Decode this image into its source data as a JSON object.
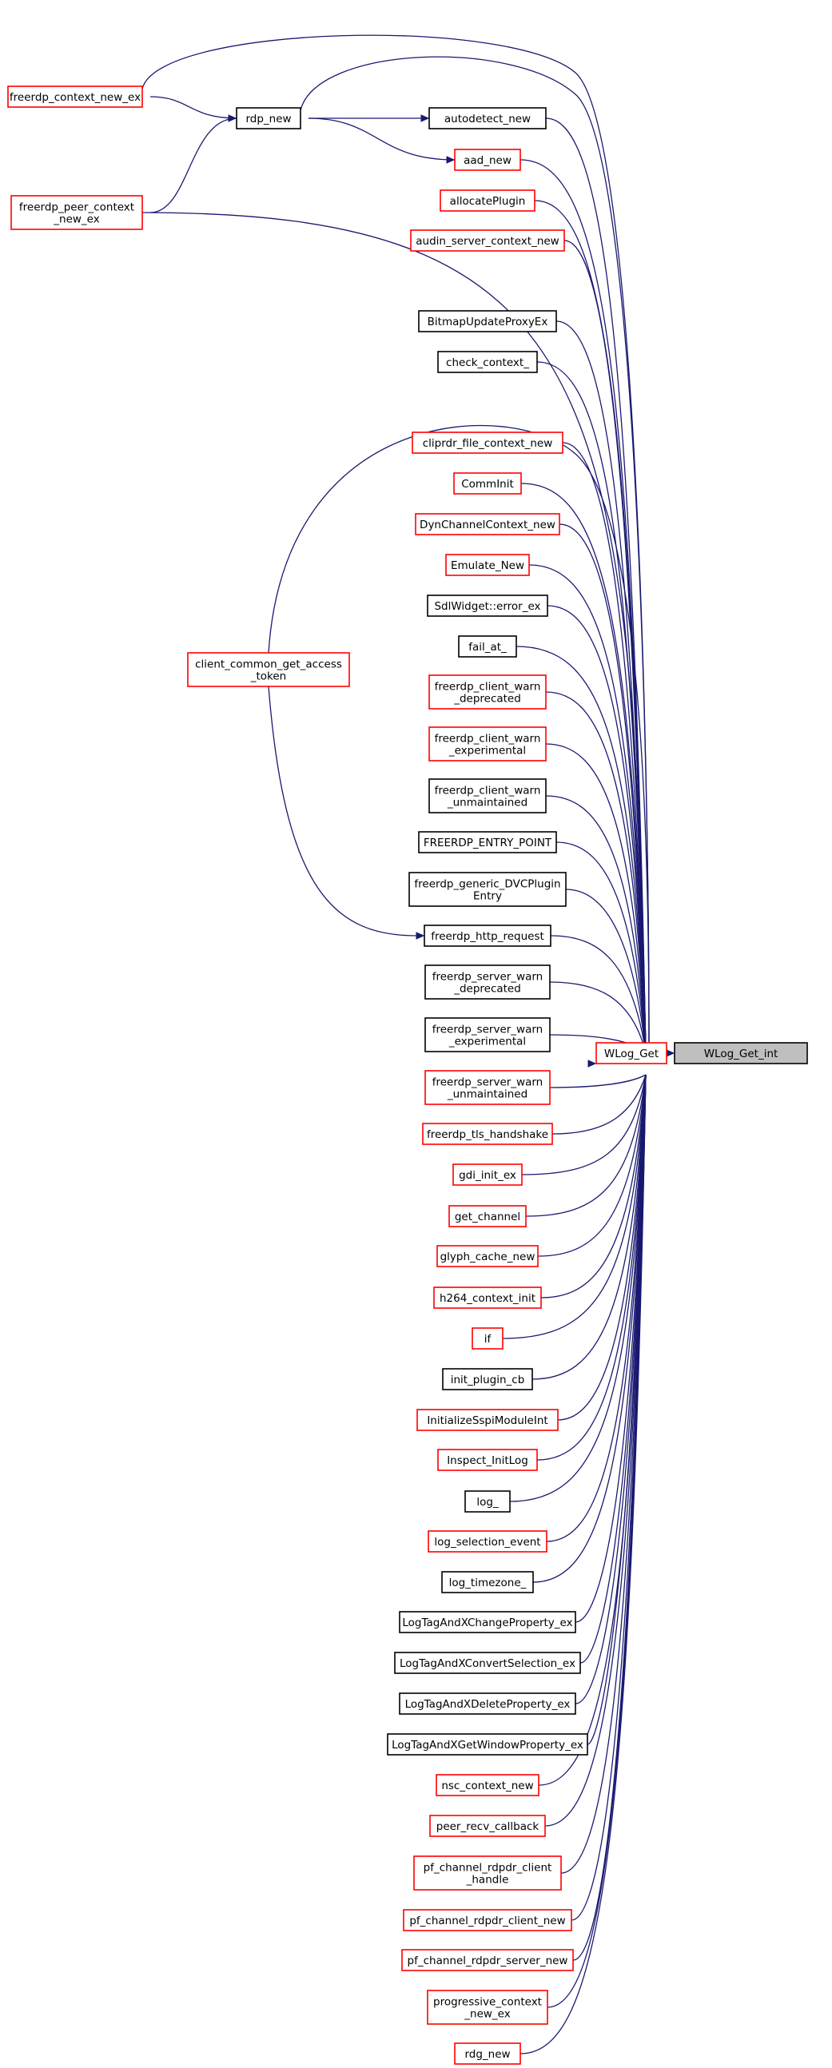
{
  "graph": {
    "target": "WLog_Get_int",
    "hub": "WLog_Get",
    "nodes": [
      {
        "id": "wlog_get_int",
        "lines": [
          "WLog_Get_int"
        ],
        "style": "target"
      },
      {
        "id": "wlog_get",
        "lines": [
          "WLog_Get"
        ],
        "style": "red"
      },
      {
        "id": "freerdp_context_new_ex",
        "lines": [
          "freerdp_context_new_ex"
        ],
        "style": "red"
      },
      {
        "id": "freerdp_peer_context_new_ex",
        "lines": [
          "freerdp_peer_context",
          "_new_ex"
        ],
        "style": "red"
      },
      {
        "id": "rdp_new",
        "lines": [
          "rdp_new"
        ],
        "style": "black"
      },
      {
        "id": "autodetect_new",
        "lines": [
          "autodetect_new"
        ],
        "style": "black"
      },
      {
        "id": "aad_new",
        "lines": [
          "aad_new"
        ],
        "style": "red"
      },
      {
        "id": "allocateplugin",
        "lines": [
          "allocatePlugin"
        ],
        "style": "red"
      },
      {
        "id": "audin_server_context_new",
        "lines": [
          "audin_server_context_new"
        ],
        "style": "red"
      },
      {
        "id": "bitmapupdateproxyex",
        "lines": [
          "BitmapUpdateProxyEx"
        ],
        "style": "black"
      },
      {
        "id": "check_context_",
        "lines": [
          "check_context_"
        ],
        "style": "black"
      },
      {
        "id": "cliprdr_file_context_new",
        "lines": [
          "cliprdr_file_context_new"
        ],
        "style": "red"
      },
      {
        "id": "comminit",
        "lines": [
          "CommInit"
        ],
        "style": "red"
      },
      {
        "id": "dynchannelcontext_new",
        "lines": [
          "DynChannelContext_new"
        ],
        "style": "red"
      },
      {
        "id": "emulate_new",
        "lines": [
          "Emulate_New"
        ],
        "style": "red"
      },
      {
        "id": "sdlwidget_error_ex",
        "lines": [
          "SdlWidget::error_ex"
        ],
        "style": "black"
      },
      {
        "id": "fail_at_",
        "lines": [
          "fail_at_"
        ],
        "style": "black"
      },
      {
        "id": "client_common_get_access_token",
        "lines": [
          "client_common_get_access",
          "_token"
        ],
        "style": "red"
      },
      {
        "id": "freerdp_client_warn_deprecated",
        "lines": [
          "freerdp_client_warn",
          "_deprecated"
        ],
        "style": "red"
      },
      {
        "id": "freerdp_client_warn_experimental",
        "lines": [
          "freerdp_client_warn",
          "_experimental"
        ],
        "style": "red"
      },
      {
        "id": "freerdp_client_warn_unmaintained",
        "lines": [
          "freerdp_client_warn",
          "_unmaintained"
        ],
        "style": "black"
      },
      {
        "id": "freerdp_entry_point",
        "lines": [
          "FREERDP_ENTRY_POINT"
        ],
        "style": "black"
      },
      {
        "id": "freerdp_generic_dvcplugin_entry",
        "lines": [
          "freerdp_generic_DVCPlugin",
          "Entry"
        ],
        "style": "black"
      },
      {
        "id": "freerdp_http_request",
        "lines": [
          "freerdp_http_request"
        ],
        "style": "black"
      },
      {
        "id": "freerdp_server_warn_deprecated",
        "lines": [
          "freerdp_server_warn",
          "_deprecated"
        ],
        "style": "black"
      },
      {
        "id": "freerdp_server_warn_experimental",
        "lines": [
          "freerdp_server_warn",
          "_experimental"
        ],
        "style": "black"
      },
      {
        "id": "freerdp_server_warn_unmaintained",
        "lines": [
          "freerdp_server_warn",
          "_unmaintained"
        ],
        "style": "red"
      },
      {
        "id": "freerdp_tls_handshake",
        "lines": [
          "freerdp_tls_handshake"
        ],
        "style": "red"
      },
      {
        "id": "gdi_init_ex",
        "lines": [
          "gdi_init_ex"
        ],
        "style": "red"
      },
      {
        "id": "get_channel",
        "lines": [
          "get_channel"
        ],
        "style": "red"
      },
      {
        "id": "glyph_cache_new",
        "lines": [
          "glyph_cache_new"
        ],
        "style": "red"
      },
      {
        "id": "h264_context_init",
        "lines": [
          "h264_context_init"
        ],
        "style": "red"
      },
      {
        "id": "if",
        "lines": [
          "if"
        ],
        "style": "red"
      },
      {
        "id": "init_plugin_cb",
        "lines": [
          "init_plugin_cb"
        ],
        "style": "black"
      },
      {
        "id": "initializesspimoduleint",
        "lines": [
          "InitializeSspiModuleInt"
        ],
        "style": "red"
      },
      {
        "id": "inspect_initlog",
        "lines": [
          "Inspect_InitLog"
        ],
        "style": "red"
      },
      {
        "id": "log_",
        "lines": [
          "log_"
        ],
        "style": "black"
      },
      {
        "id": "log_selection_event",
        "lines": [
          "log_selection_event"
        ],
        "style": "red"
      },
      {
        "id": "log_timezone_",
        "lines": [
          "log_timezone_"
        ],
        "style": "black"
      },
      {
        "id": "logtagandxchangeproperty_ex",
        "lines": [
          "LogTagAndXChangeProperty_ex"
        ],
        "style": "black"
      },
      {
        "id": "logtagandxconvertselection_ex",
        "lines": [
          "LogTagAndXConvertSelection_ex"
        ],
        "style": "black"
      },
      {
        "id": "logtagandxdeleteproperty_ex",
        "lines": [
          "LogTagAndXDeleteProperty_ex"
        ],
        "style": "black"
      },
      {
        "id": "logtagandxgetwindowproperty_ex",
        "lines": [
          "LogTagAndXGetWindowProperty_ex"
        ],
        "style": "black"
      },
      {
        "id": "nsc_context_new",
        "lines": [
          "nsc_context_new"
        ],
        "style": "red"
      },
      {
        "id": "peer_recv_callback",
        "lines": [
          "peer_recv_callback"
        ],
        "style": "red"
      },
      {
        "id": "pf_channel_rdpdr_client_handle",
        "lines": [
          "pf_channel_rdpdr_client",
          "_handle"
        ],
        "style": "red"
      },
      {
        "id": "pf_channel_rdpdr_client_new",
        "lines": [
          "pf_channel_rdpdr_client_new"
        ],
        "style": "red"
      },
      {
        "id": "pf_channel_rdpdr_server_new",
        "lines": [
          "pf_channel_rdpdr_server_new"
        ],
        "style": "red"
      },
      {
        "id": "progressive_context_new_ex",
        "lines": [
          "progressive_context",
          "_new_ex"
        ],
        "style": "red"
      },
      {
        "id": "rdg_new",
        "lines": [
          "rdg_new"
        ],
        "style": "red"
      }
    ],
    "edges": [
      {
        "from": "wlog_get",
        "to": "wlog_get_int"
      },
      {
        "from": "freerdp_context_new_ex",
        "to": "wlog_get"
      },
      {
        "from": "freerdp_context_new_ex",
        "to": "rdp_new",
        "dir": "back"
      },
      {
        "from": "freerdp_peer_context_new_ex",
        "to": "rdp_new",
        "dir": "back"
      },
      {
        "from": "freerdp_peer_context_new_ex",
        "to": "wlog_get"
      },
      {
        "from": "rdp_new",
        "to": "wlog_get"
      },
      {
        "from": "rdp_new",
        "to": "autodetect_new",
        "dir": "back"
      },
      {
        "from": "rdp_new",
        "to": "aad_new",
        "dir": "back"
      },
      {
        "from": "autodetect_new",
        "to": "wlog_get"
      },
      {
        "from": "aad_new",
        "to": "wlog_get"
      },
      {
        "from": "allocateplugin",
        "to": "wlog_get"
      },
      {
        "from": "audin_server_context_new",
        "to": "wlog_get"
      },
      {
        "from": "bitmapupdateproxyex",
        "to": "wlog_get"
      },
      {
        "from": "check_context_",
        "to": "wlog_get"
      },
      {
        "from": "client_common_get_access_token",
        "to": "wlog_get"
      },
      {
        "from": "client_common_get_access_token",
        "to": "freerdp_http_request",
        "dir": "back"
      },
      {
        "from": "cliprdr_file_context_new",
        "to": "wlog_get"
      },
      {
        "from": "comminit",
        "to": "wlog_get"
      },
      {
        "from": "dynchannelcontext_new",
        "to": "wlog_get"
      },
      {
        "from": "emulate_new",
        "to": "wlog_get"
      },
      {
        "from": "sdlwidget_error_ex",
        "to": "wlog_get"
      },
      {
        "from": "fail_at_",
        "to": "wlog_get"
      },
      {
        "from": "freerdp_client_warn_deprecated",
        "to": "wlog_get"
      },
      {
        "from": "freerdp_client_warn_experimental",
        "to": "wlog_get"
      },
      {
        "from": "freerdp_client_warn_unmaintained",
        "to": "wlog_get"
      },
      {
        "from": "freerdp_entry_point",
        "to": "wlog_get"
      },
      {
        "from": "freerdp_generic_dvcplugin_entry",
        "to": "wlog_get"
      },
      {
        "from": "freerdp_http_request",
        "to": "wlog_get"
      },
      {
        "from": "freerdp_server_warn_deprecated",
        "to": "wlog_get"
      },
      {
        "from": "freerdp_server_warn_experimental",
        "to": "wlog_get"
      },
      {
        "from": "freerdp_server_warn_unmaintained",
        "to": "wlog_get"
      },
      {
        "from": "freerdp_tls_handshake",
        "to": "wlog_get"
      },
      {
        "from": "gdi_init_ex",
        "to": "wlog_get"
      },
      {
        "from": "get_channel",
        "to": "wlog_get"
      },
      {
        "from": "glyph_cache_new",
        "to": "wlog_get"
      },
      {
        "from": "h264_context_init",
        "to": "wlog_get"
      },
      {
        "from": "if",
        "to": "wlog_get"
      },
      {
        "from": "init_plugin_cb",
        "to": "wlog_get"
      },
      {
        "from": "initializesspimoduleint",
        "to": "wlog_get"
      },
      {
        "from": "inspect_initlog",
        "to": "wlog_get"
      },
      {
        "from": "log_",
        "to": "wlog_get"
      },
      {
        "from": "log_selection_event",
        "to": "wlog_get"
      },
      {
        "from": "log_timezone_",
        "to": "wlog_get"
      },
      {
        "from": "logtagandxchangeproperty_ex",
        "to": "wlog_get"
      },
      {
        "from": "logtagandxconvertselection_ex",
        "to": "wlog_get"
      },
      {
        "from": "logtagandxdeleteproperty_ex",
        "to": "wlog_get"
      },
      {
        "from": "logtagandxgetwindowproperty_ex",
        "to": "wlog_get"
      },
      {
        "from": "nsc_context_new",
        "to": "wlog_get"
      },
      {
        "from": "peer_recv_callback",
        "to": "wlog_get"
      },
      {
        "from": "pf_channel_rdpdr_client_handle",
        "to": "wlog_get"
      },
      {
        "from": "pf_channel_rdpdr_client_new",
        "to": "wlog_get"
      },
      {
        "from": "pf_channel_rdpdr_server_new",
        "to": "wlog_get"
      },
      {
        "from": "progressive_context_new_ex",
        "to": "wlog_get"
      },
      {
        "from": "rdg_new",
        "to": "wlog_get"
      }
    ]
  }
}
